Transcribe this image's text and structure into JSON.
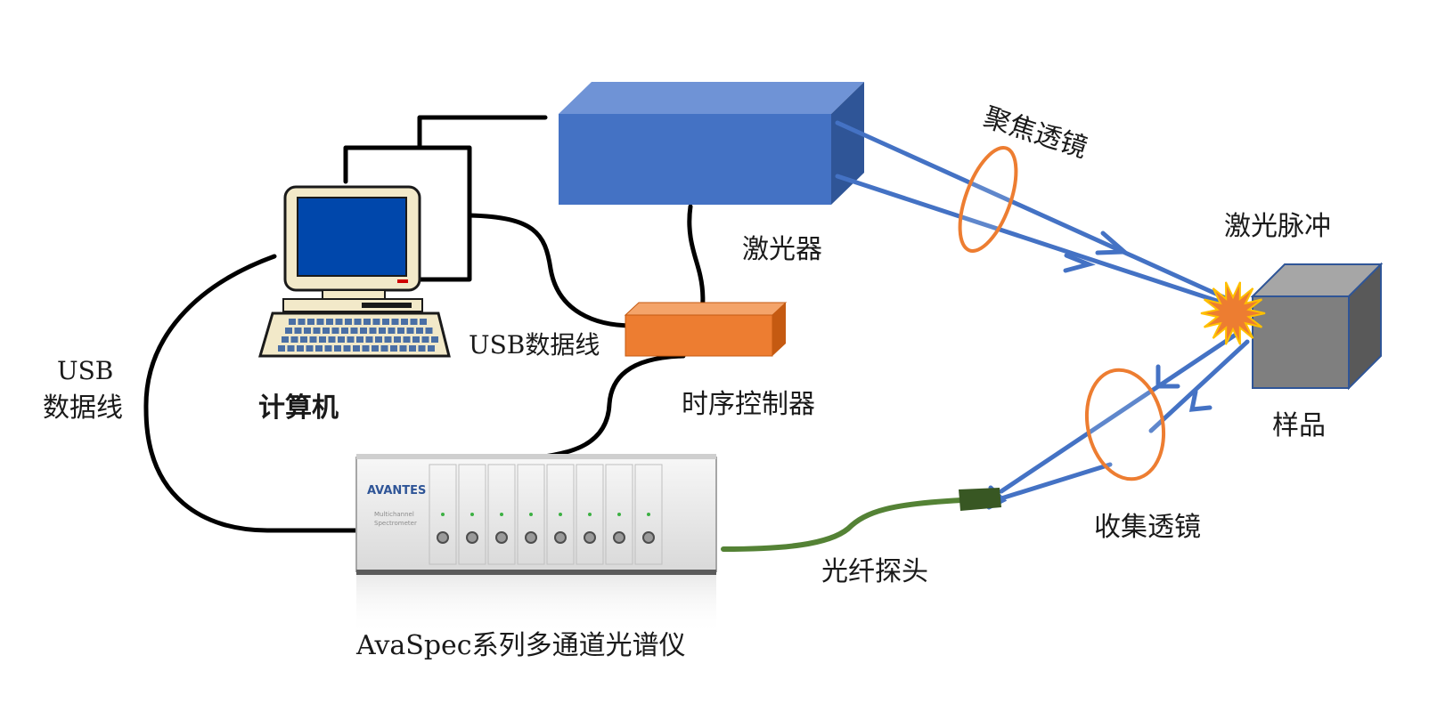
{
  "labels": {
    "laser": "激光器",
    "focus_lens": "聚焦透镜",
    "laser_pulse": "激光脉冲",
    "sample": "样品",
    "collect_lens": "收集透镜",
    "fiber_probe": "光纤探头",
    "timing_controller": "时序控制器",
    "usb_cable_right": "USB数据线",
    "usb_cable_left_line1": "USB",
    "usb_cable_left_line2": "数据线",
    "computer": "计算机",
    "spectrometer": "AvaSpec系列多通道光谱仪",
    "brand": "AVANTES",
    "brand_sub_line1": "Multichannel",
    "brand_sub_line2": "Spectrometer"
  },
  "colors": {
    "laser_front": "#4472c4",
    "laser_top": "#6f93d6",
    "laser_side": "#2f5597",
    "beam": "#4472c4",
    "lens_stroke": "#ed7d31",
    "controller_front": "#ed7d31",
    "controller_top": "#f4a46a",
    "controller_side": "#c55a11",
    "sample_front": "#7f7f7f",
    "sample_top": "#a6a6a6",
    "sample_side": "#595959",
    "sample_stroke": "#2f5597",
    "burst_fill": "#ed7d31",
    "burst_stroke": "#ffc000",
    "fiber": "#548235",
    "probe": "#385723",
    "screen": "#0047ab",
    "computer_body": "#f2e9c9",
    "wire": "#000000"
  },
  "icons": {
    "computer": "desktop-computer-icon",
    "spectrometer": "rack-spectrometer-icon",
    "burst": "starburst-icon"
  }
}
